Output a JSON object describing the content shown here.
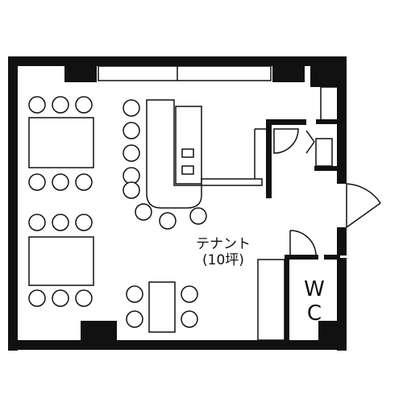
{
  "plan": {
    "room_label": "テナント",
    "area_label": "(10坪)",
    "wc_label": "W\nC",
    "line_color": "#111111",
    "wall_color": "#111111",
    "background": "#ffffff"
  }
}
